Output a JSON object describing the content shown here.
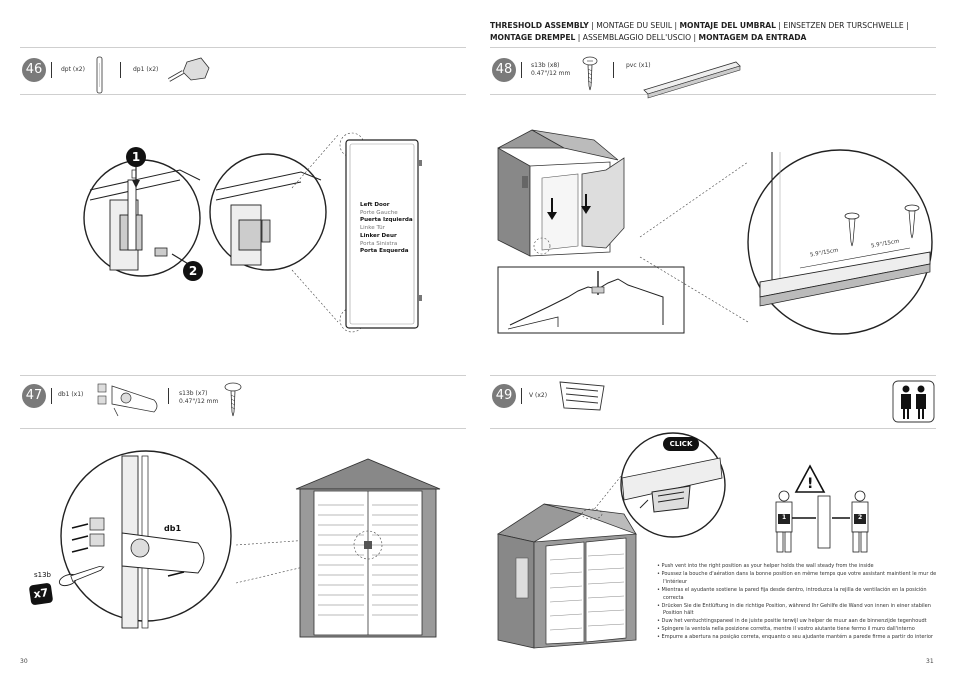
{
  "header": {
    "title_parts": [
      {
        "text": "THRESHOLD ASSEMBLY",
        "bold": true
      },
      {
        "text": " | ",
        "bold": false
      },
      {
        "text": "MONTAGE DU SEUIL",
        "bold": false
      },
      {
        "text": " | ",
        "bold": false
      },
      {
        "text": "MONTAJE DEL UMBRAL",
        "bold": true
      },
      {
        "text": " | ",
        "bold": false
      },
      {
        "text": "EINSETZEN DER TURSCHWELLE",
        "bold": false
      },
      {
        "text": " | ",
        "bold": false
      },
      {
        "text": "MONTAGE DREMPEL",
        "bold": true
      },
      {
        "text": " | ",
        "bold": false
      },
      {
        "text": "ASSEMBLAGGIO DELL'USCIO",
        "bold": false
      },
      {
        "text": " | ",
        "bold": false
      },
      {
        "text": "MONTAGEM DA ENTRADA",
        "bold": true
      }
    ]
  },
  "steps": {
    "s46": {
      "number": "46",
      "part1": "dpt (x2)",
      "part2": "dp1 (x2)",
      "callout1": "1",
      "callout2": "2"
    },
    "s47": {
      "number": "47",
      "part1": "db1 (x1)",
      "part2_line1": "s13b (x7)",
      "part2_line2": "0.47\"/12 mm",
      "label_db1": "db1",
      "label_s13b": "s13b",
      "qty": "x7"
    },
    "s48": {
      "number": "48",
      "part1_line1": "s13b (x8)",
      "part1_line2": "0.47\"/12 mm",
      "part2": "pvc (x1)",
      "dim1": "5.9\"/15cm",
      "dim2": "5.9\"/15cm"
    },
    "s49": {
      "number": "49",
      "part1": "V (x2)",
      "click": "CLICK",
      "person1": "1",
      "person2": "2"
    }
  },
  "door_labels": [
    {
      "text": "Left Door",
      "bold": true
    },
    {
      "text": "Porte Gauche",
      "bold": false
    },
    {
      "text": "Puerta Izquierda",
      "bold": true
    },
    {
      "text": "Linke Tür",
      "bold": false
    },
    {
      "text": "Linker Deur",
      "bold": true
    },
    {
      "text": "Porta Sinistra",
      "bold": false
    },
    {
      "text": "Porta Esquerda",
      "bold": true
    }
  ],
  "notes": [
    "• Push vent into the right position as your helper holds the wall steady from the inside",
    "• Poussez la bouche d'aération dans la bonne position en même temps que votre assistant maintient le mur de l'intérieur",
    "• Mientras el ayudante sostiene la pared fija desde dentro, introduzca la rejilla de ventilación en la posición correcta",
    "• Drücken Sie die Entlüftung in die richtige Position, während Ihr Gehilfe die Wand von innen in einer stabilen Position hält",
    "• Duw het ventuchtingspaneel in de juiste positie terwijl uw helper de muur aan de binnenzijde tegenhoudt",
    "• Spingere la ventola nella posizione corretta, mentre il vostro aiutante tiene fermo il muro dall'interno",
    "• Empurre a abertura na posição correta, enquanto o seu ajudante mantém a parede firme a partir do interior"
  ],
  "page_numbers": {
    "left": "30",
    "right": "31"
  },
  "colors": {
    "step_circle": "#7a7a7a",
    "rule": "#cfcfcf",
    "ink": "#1a1a1a",
    "shed": "#6e6e6e"
  }
}
